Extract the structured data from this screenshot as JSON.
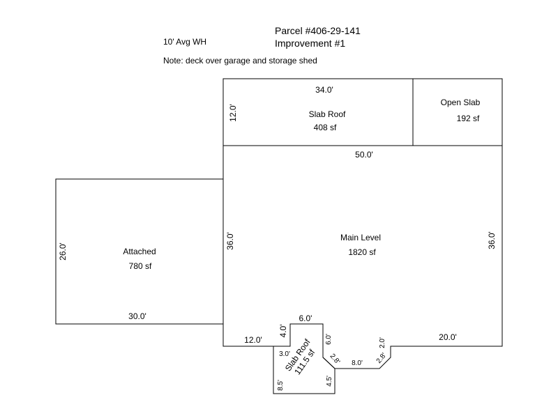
{
  "header": {
    "parcel": "Parcel #406-29-141",
    "improvement": "Improvement #1",
    "wall_height": "10' Avg WH",
    "note": "Note: deck over garage and storage shed"
  },
  "areas": {
    "slab_roof_top": {
      "name": "Slab Roof",
      "sf": "408 sf"
    },
    "open_slab": {
      "name": "Open Slab",
      "sf": "192 sf"
    },
    "main_level": {
      "name": "Main Level",
      "sf": "1820 sf"
    },
    "attached": {
      "name": "Attached",
      "sf": "780 sf"
    },
    "slab_roof_small": {
      "name": "Slab Roof",
      "sf": "111.5 sf"
    }
  },
  "dimensions": {
    "slab_roof_width": "34.0'",
    "slab_roof_depth": "12.0'",
    "main_width": "50.0'",
    "main_left_depth": "36.0'",
    "main_right_depth": "36.0'",
    "attached_depth": "26.0'",
    "attached_width": "30.0'",
    "bottom_left": "12.0'",
    "notch_left": "4.0'",
    "notch_top": "6.0'",
    "bottom_right": "20.0'",
    "small_top": "3.0'",
    "small_left": "8.5'",
    "small_right_top": "6.0'",
    "small_diag_left": "2.8'",
    "small_bottom": "8.0'",
    "small_diag_right": "2.8'",
    "small_right_rise": "2.0'",
    "small_right_bottom": "4.5'"
  }
}
